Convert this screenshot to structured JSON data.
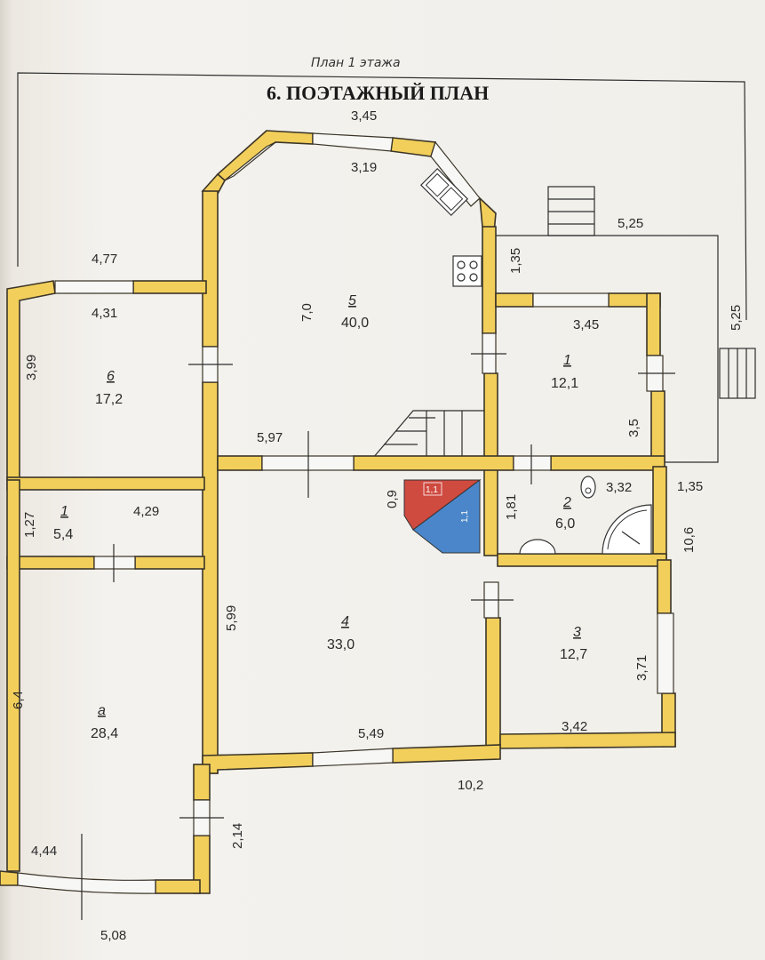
{
  "header": {
    "handwritten_title": "План 1 этажа",
    "section_title": "6. ПОЭТАЖНЫЙ ПЛАН"
  },
  "rooms": [
    {
      "id": "room-5",
      "number": "5",
      "area": "40,0"
    },
    {
      "id": "room-6",
      "number": "6",
      "area": "17,2"
    },
    {
      "id": "room-1-top",
      "number": "1",
      "area": "12,1"
    },
    {
      "id": "room-1-left",
      "number": "1",
      "area": "5,4"
    },
    {
      "id": "room-2",
      "number": "2",
      "area": "6,0"
    },
    {
      "id": "room-3",
      "number": "3",
      "area": "12,7"
    },
    {
      "id": "room-4",
      "number": "4",
      "area": "33,0"
    },
    {
      "id": "room-a",
      "number": "а",
      "area": "28,4"
    }
  ],
  "dimensions": {
    "top_outer": "3,45",
    "top_inner": "3,19",
    "left_top_outer": "4,77",
    "left_top_inner": "4,31",
    "room6_height": "3,99",
    "room5_height": "7,0",
    "porch_width": "5,25",
    "porch_height": "5,25",
    "side_1_35_top": "1,35",
    "room1_width": "3,45",
    "room1_height": "3,5",
    "wall_5_97": "5,97",
    "stair_0_9": "0,9",
    "room2_height": "1,81",
    "room2_width": "3,32",
    "side_1_35_mid": "1,35",
    "total_10_6": "10,6",
    "room1left_height": "1,27",
    "room1left_width": "4,29",
    "room4_height": "5,99",
    "room3_height": "3,71",
    "room4_bottom": "5,49",
    "room3_bottom": "3,42",
    "total_10_2": "10,2",
    "left_6_4": "6,4",
    "wall_2_14": "2,14",
    "veranda_4_44": "4,44",
    "veranda_5_08": "5,08"
  },
  "stove": {
    "label_top": "1,1",
    "label_bottom": "1,1"
  },
  "colors": {
    "wall": "#f2cf5b",
    "stove_red": "#cf4a3f",
    "stove_blue": "#4a86c9",
    "window": "#f7f7f5"
  }
}
